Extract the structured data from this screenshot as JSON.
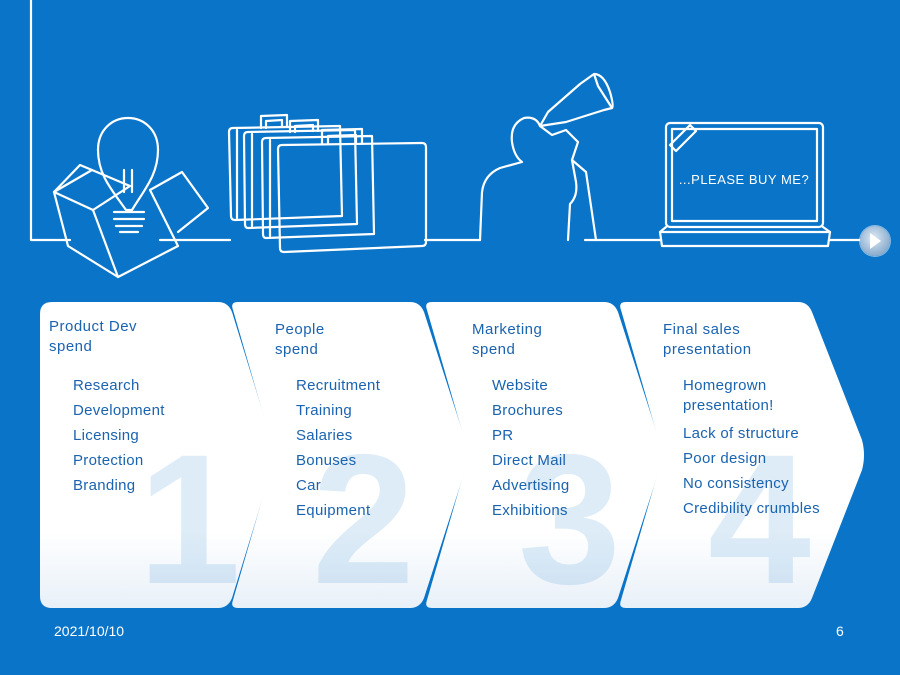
{
  "columns": [
    {
      "title": "Product Dev\nspend",
      "number": "1",
      "items": [
        "Research",
        "Development",
        "Licensing",
        "Protection",
        "Branding"
      ]
    },
    {
      "title": "People\nspend",
      "number": "2",
      "items": [
        "Recruitment",
        "Training",
        "Salaries",
        "Bonuses",
        "Car",
        "Equipment"
      ]
    },
    {
      "title": "Marketing\nspend",
      "number": "3",
      "items": [
        "Website",
        "Brochures",
        "PR",
        "Direct Mail",
        "Advertising",
        "Exhibitions"
      ]
    },
    {
      "title": "Final sales\npresentation",
      "number": "4",
      "items": [
        "Homegrown\npresentation!",
        "Lack of structure",
        "Poor design",
        "No consistency",
        "Credibility crumbles"
      ]
    }
  ],
  "laptop_screen_text": "...PLEASE BUY ME?",
  "footer": {
    "date": "2021/10/10",
    "page": "6"
  },
  "colors": {
    "background": "#0a74c9",
    "text": "#1a63b0",
    "card": "#ffffff"
  },
  "icons": {
    "next": "arrow-right-icon"
  }
}
